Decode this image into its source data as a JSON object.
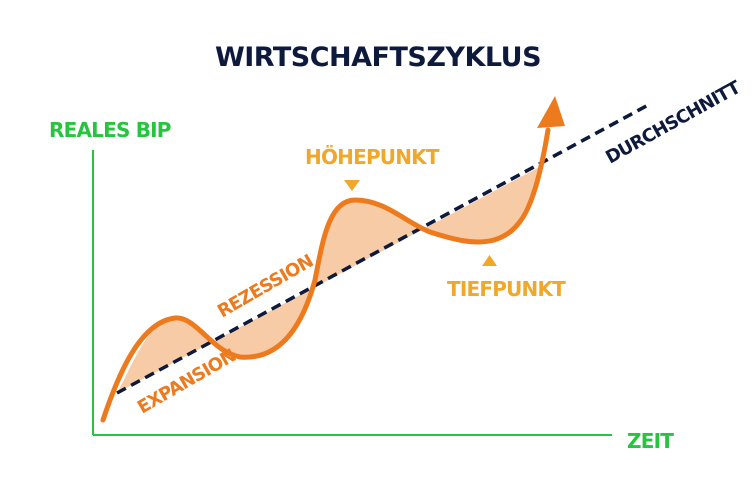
{
  "title": "WIRTSCHAFTSZYKLUS",
  "axes": {
    "y_label": "REALES BIP",
    "x_label": "ZEIT"
  },
  "annotations": {
    "trend": "DURCHSCHNITT",
    "peak": "HÖHEPUNKT",
    "trough": "TIEFPUNKT",
    "recession": "REZESSION",
    "expansion": "EXPANSION"
  },
  "colors": {
    "title": "#0e1a3c",
    "axis": "#27c43f",
    "curve": "#ee7a1e",
    "fill": "#f8cba7",
    "trend": "#0e1a3c",
    "marker": "#f0a72a"
  }
}
